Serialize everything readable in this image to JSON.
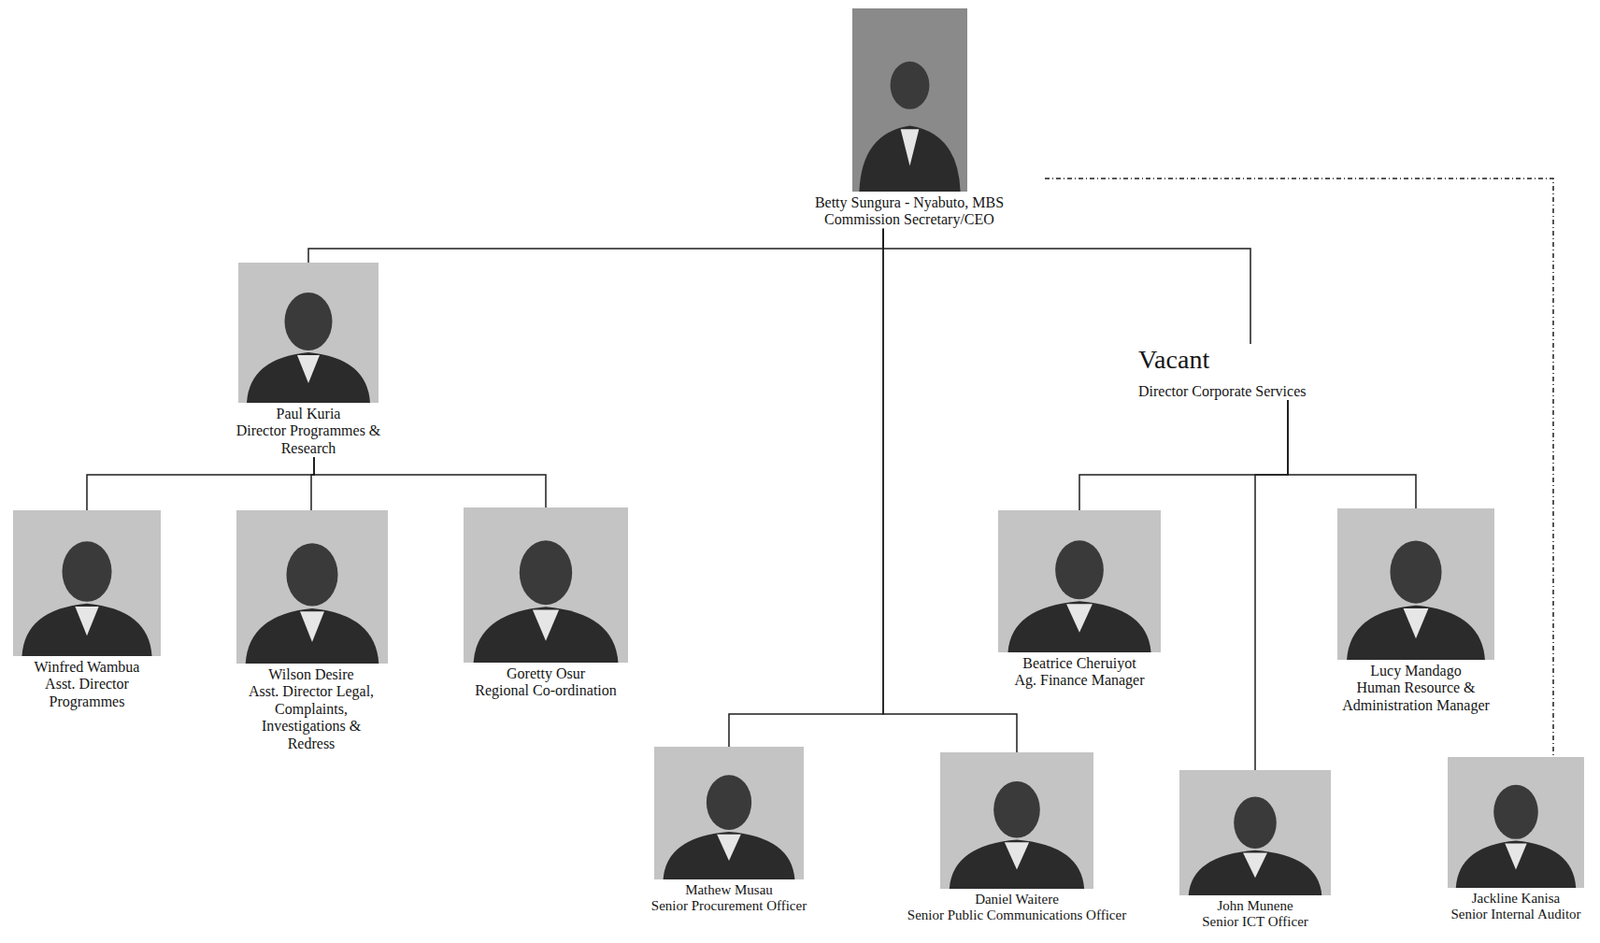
{
  "diagram": {
    "nodes": [
      {
        "text": [
          "Betty Sungura - Nyabuto, MBS",
          "Commission Secretary/CEO"
        ]
      },
      {
        "text": [
          "Paul Kuria",
          "Director Programmes & Research"
        ]
      },
      {
        "text": [
          "Vacant",
          "Director Corporate Services"
        ]
      },
      {
        "text": [
          "Winfred Wambua",
          "Asst. Director Programmes"
        ]
      },
      {
        "text": [
          "Wilson Desire",
          "Asst. Director Legal, Complaints, Investigations & Redress"
        ]
      },
      {
        "text": [
          "Goretty Osur",
          "Regional Co-ordination"
        ]
      },
      {
        "text": [
          "Beatrice Cheruiyot",
          "Ag. Finance Manager"
        ]
      },
      {
        "text": [
          "Lucy Mandago",
          "Human Resource & Administration Manager"
        ]
      },
      {
        "text": [
          "Mathew Musau",
          "Senior Procurement Officer"
        ]
      },
      {
        "text": [
          "Daniel Waitere",
          "Senior Public Communications Officer"
        ]
      },
      {
        "text": [
          "John Munene",
          "Senior ICT Officer"
        ]
      },
      {
        "text": [
          "Jackline Kanisa",
          "Senior Internal Auditor"
        ]
      }
    ],
    "edges": [
      {
        "from": 0,
        "to": 1,
        "arrow": "none"
      },
      {
        "from": 0,
        "to": 2,
        "arrow": "none"
      },
      {
        "from": 0,
        "to": 8,
        "arrow": "none"
      },
      {
        "from": 0,
        "to": 9,
        "arrow": "none"
      },
      {
        "from": 0,
        "to": 11,
        "arrow": "none"
      },
      {
        "from": 1,
        "to": 3,
        "arrow": "none"
      },
      {
        "from": 1,
        "to": 4,
        "arrow": "none"
      },
      {
        "from": 1,
        "to": 5,
        "arrow": "none"
      },
      {
        "from": 2,
        "to": 6,
        "arrow": "none"
      },
      {
        "from": 2,
        "to": 7,
        "arrow": "none"
      },
      {
        "from": 2,
        "to": 10,
        "arrow": "none"
      }
    ]
  }
}
